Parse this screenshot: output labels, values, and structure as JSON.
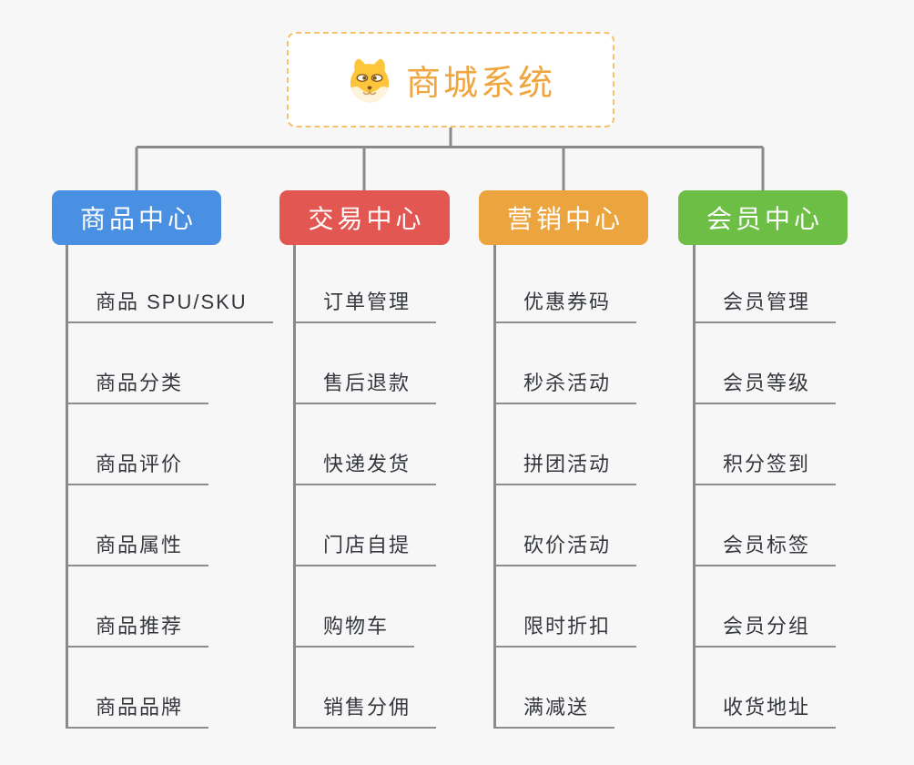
{
  "root": {
    "label": "商城系统",
    "icon": "dog-face-icon",
    "text_color": "#f0a63e",
    "border_color": "#f7c168"
  },
  "branches": [
    {
      "label": "商品中心",
      "color": "#4a90e2",
      "items": [
        "商品 SPU/SKU",
        "商品分类",
        "商品评价",
        "商品属性",
        "商品推荐",
        "商品品牌"
      ]
    },
    {
      "label": "交易中心",
      "color": "#e25752",
      "items": [
        "订单管理",
        "售后退款",
        "快递发货",
        "门店自提",
        "购物车",
        "销售分佣"
      ]
    },
    {
      "label": "营销中心",
      "color": "#eca53e",
      "items": [
        "优惠券码",
        "秒杀活动",
        "拼团活动",
        "砍价活动",
        "限时折扣",
        "满减送"
      ]
    },
    {
      "label": "会员中心",
      "color": "#6cbe44",
      "items": [
        "会员管理",
        "会员等级",
        "积分签到",
        "会员标签",
        "会员分组",
        "收货地址"
      ]
    }
  ],
  "colors": {
    "background": "#f7f7f8",
    "connector_line": "#8a8a8a",
    "leaf_underline": "#8c8c8c",
    "leaf_text": "#34373c"
  }
}
